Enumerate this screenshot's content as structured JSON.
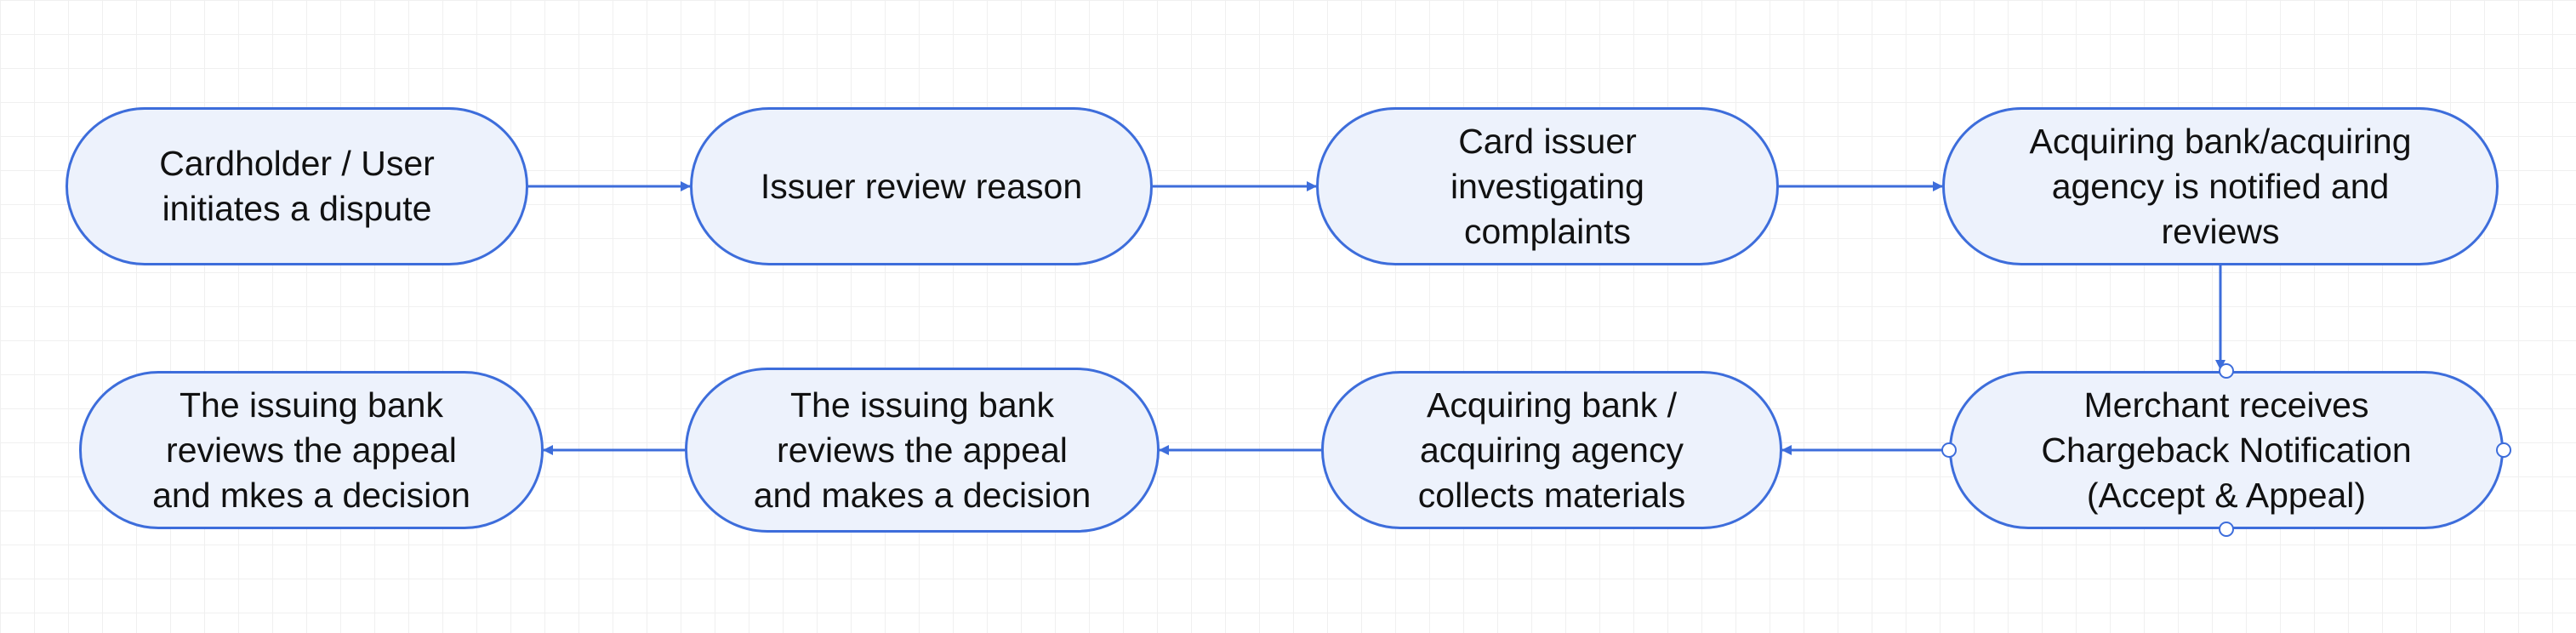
{
  "diagram": {
    "nodes": [
      {
        "id": "n1",
        "label": "Cardholder / User\ninitiates a dispute"
      },
      {
        "id": "n2",
        "label": "Issuer review reason"
      },
      {
        "id": "n3",
        "label": "Card issuer\ninvestigating\ncomplaints"
      },
      {
        "id": "n4",
        "label": "Acquiring bank/acquiring\nagency is notified and\nreviews"
      },
      {
        "id": "n5",
        "label": "Merchant receives\nChargeback Notification\n(Accept & Appeal)"
      },
      {
        "id": "n6",
        "label": "Acquiring bank /\nacquiring agency\ncollects materials"
      },
      {
        "id": "n7",
        "label": "The issuing bank\nreviews the appeal\nand makes a decision"
      },
      {
        "id": "n8",
        "label": "The issuing bank\nreviews the appeal\nand mkes a decision"
      }
    ],
    "edges": [
      {
        "from": "n1",
        "to": "n2"
      },
      {
        "from": "n2",
        "to": "n3"
      },
      {
        "from": "n3",
        "to": "n4"
      },
      {
        "from": "n4",
        "to": "n5"
      },
      {
        "from": "n5",
        "to": "n6"
      },
      {
        "from": "n6",
        "to": "n7"
      },
      {
        "from": "n7",
        "to": "n8"
      }
    ],
    "colors": {
      "stroke": "#3d6ddb",
      "fill": "#edf2fc",
      "text": "#111111"
    }
  }
}
